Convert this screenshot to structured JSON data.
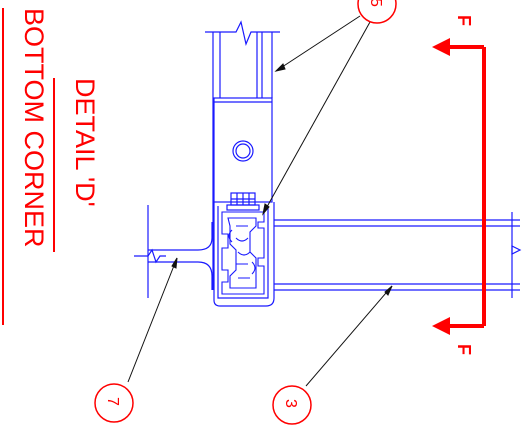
{
  "title": {
    "line1": "DETAIL 'D'",
    "line2": "BOTTOM CORNER",
    "color": "#ff0000"
  },
  "section_marks": {
    "top": "F",
    "bottom": "F",
    "color": "#ff0000"
  },
  "callouts": {
    "item_5": "5",
    "item_7": "7",
    "item_3": "3"
  },
  "colors": {
    "geometry": "#1a1aff",
    "leaders": "#111111",
    "background": "#ffffff"
  }
}
